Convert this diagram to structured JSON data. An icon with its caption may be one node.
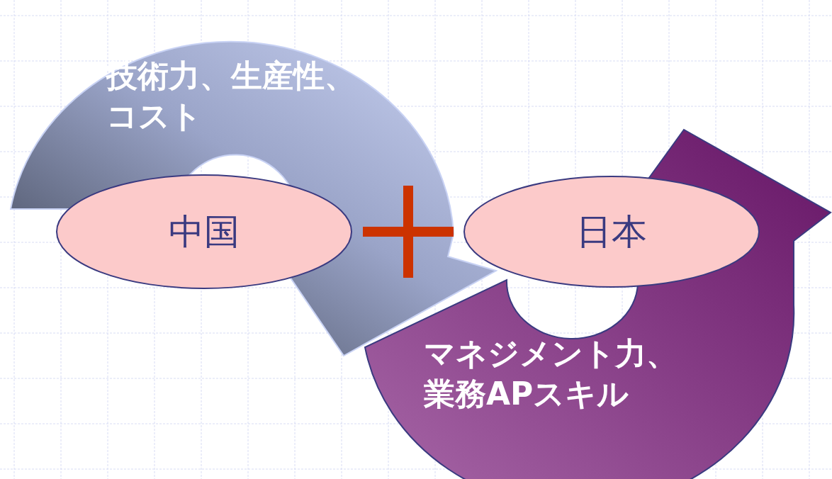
{
  "diagram": {
    "nodes": [
      {
        "text": [
          "技術力、生産性、コスト"
        ]
      },
      {
        "text": [
          "中国"
        ]
      },
      {
        "text": [
          "日本"
        ]
      },
      {
        "text": [
          "マネジメント力、業務APスキル"
        ]
      }
    ]
  }
}
